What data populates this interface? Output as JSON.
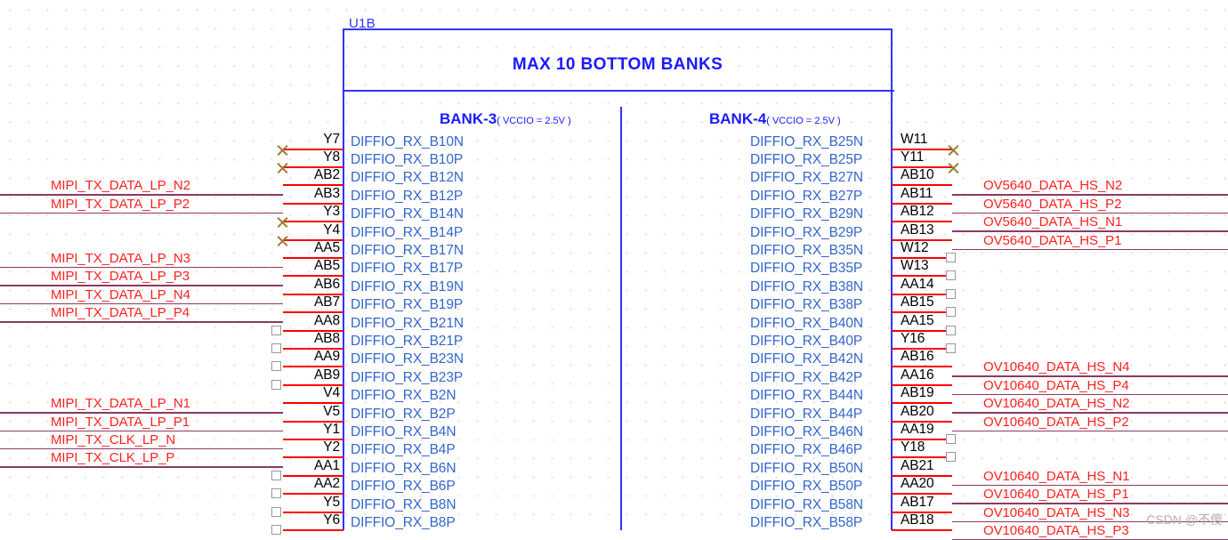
{
  "sheet": {
    "ref_des": "U1B",
    "symbol_title": "MAX 10 BOTTOM BANKS",
    "watermark": "CSDN @不傻"
  },
  "banks": {
    "bank3": {
      "name": "BANK-3",
      "vccio": "( VCCIO = 2.5V )"
    },
    "bank4": {
      "name": "BANK-4",
      "vccio": "( VCCIO = 2.5V )"
    }
  },
  "left_pins": [
    {
      "num": "Y7",
      "name": "DIFFIO_RX_B10N",
      "marker": "x",
      "net": ""
    },
    {
      "num": "Y8",
      "name": "DIFFIO_RX_B10P",
      "marker": "x",
      "net": ""
    },
    {
      "num": "AB2",
      "name": "DIFFIO_RX_B12N",
      "marker": "none",
      "net": "MIPI_TX_DATA_LP_N2"
    },
    {
      "num": "AB3",
      "name": "DIFFIO_RX_B12P",
      "marker": "none",
      "net": "MIPI_TX_DATA_LP_P2"
    },
    {
      "num": "Y3",
      "name": "DIFFIO_RX_B14N",
      "marker": "x",
      "net": ""
    },
    {
      "num": "Y4",
      "name": "DIFFIO_RX_B14P",
      "marker": "x",
      "net": ""
    },
    {
      "num": "AA5",
      "name": "DIFFIO_RX_B17N",
      "marker": "none",
      "net": "MIPI_TX_DATA_LP_N3"
    },
    {
      "num": "AB5",
      "name": "DIFFIO_RX_B17P",
      "marker": "none",
      "net": "MIPI_TX_DATA_LP_P3"
    },
    {
      "num": "AB6",
      "name": "DIFFIO_RX_B19N",
      "marker": "none",
      "net": "MIPI_TX_DATA_LP_N4"
    },
    {
      "num": "AB7",
      "name": "DIFFIO_RX_B19P",
      "marker": "none",
      "net": "MIPI_TX_DATA_LP_P4"
    },
    {
      "num": "AA8",
      "name": "DIFFIO_RX_B21N",
      "marker": "square",
      "net": ""
    },
    {
      "num": "AB8",
      "name": "DIFFIO_RX_B21P",
      "marker": "square",
      "net": ""
    },
    {
      "num": "AA9",
      "name": "DIFFIO_RX_B23N",
      "marker": "square",
      "net": ""
    },
    {
      "num": "AB9",
      "name": "DIFFIO_RX_B23P",
      "marker": "square",
      "net": ""
    },
    {
      "num": "V4",
      "name": "DIFFIO_RX_B2N",
      "marker": "none",
      "net": "MIPI_TX_DATA_LP_N1"
    },
    {
      "num": "V5",
      "name": "DIFFIO_RX_B2P",
      "marker": "none",
      "net": "MIPI_TX_DATA_LP_P1"
    },
    {
      "num": "Y1",
      "name": "DIFFIO_RX_B4N",
      "marker": "none",
      "net": "MIPI_TX_CLK_LP_N"
    },
    {
      "num": "Y2",
      "name": "DIFFIO_RX_B4P",
      "marker": "none",
      "net": "MIPI_TX_CLK_LP_P"
    },
    {
      "num": "AA1",
      "name": "DIFFIO_RX_B6N",
      "marker": "square",
      "net": ""
    },
    {
      "num": "AA2",
      "name": "DIFFIO_RX_B6P",
      "marker": "square",
      "net": ""
    },
    {
      "num": "Y5",
      "name": "DIFFIO_RX_B8N",
      "marker": "square",
      "net": ""
    },
    {
      "num": "Y6",
      "name": "DIFFIO_RX_B8P",
      "marker": "square",
      "net": ""
    }
  ],
  "right_pins": [
    {
      "num": "W11",
      "name": "DIFFIO_RX_B25N",
      "marker": "x",
      "net": ""
    },
    {
      "num": "Y11",
      "name": "DIFFIO_RX_B25P",
      "marker": "x",
      "net": ""
    },
    {
      "num": "AB10",
      "name": "DIFFIO_RX_B27N",
      "marker": "none",
      "net": "OV5640_DATA_HS_N2"
    },
    {
      "num": "AB11",
      "name": "DIFFIO_RX_B27P",
      "marker": "none",
      "net": "OV5640_DATA_HS_P2"
    },
    {
      "num": "AB12",
      "name": "DIFFIO_RX_B29N",
      "marker": "none",
      "net": "OV5640_DATA_HS_N1"
    },
    {
      "num": "AB13",
      "name": "DIFFIO_RX_B29P",
      "marker": "none",
      "net": "OV5640_DATA_HS_P1"
    },
    {
      "num": "W12",
      "name": "DIFFIO_RX_B35N",
      "marker": "square",
      "net": ""
    },
    {
      "num": "W13",
      "name": "DIFFIO_RX_B35P",
      "marker": "square",
      "net": ""
    },
    {
      "num": "AA14",
      "name": "DIFFIO_RX_B38N",
      "marker": "square",
      "net": ""
    },
    {
      "num": "AB15",
      "name": "DIFFIO_RX_B38P",
      "marker": "square",
      "net": ""
    },
    {
      "num": "AA15",
      "name": "DIFFIO_RX_B40N",
      "marker": "square",
      "net": ""
    },
    {
      "num": "Y16",
      "name": "DIFFIO_RX_B40P",
      "marker": "square",
      "net": ""
    },
    {
      "num": "AB16",
      "name": "DIFFIO_RX_B42N",
      "marker": "none",
      "net": "OV10640_DATA_HS_N4"
    },
    {
      "num": "AA16",
      "name": "DIFFIO_RX_B42P",
      "marker": "none",
      "net": "OV10640_DATA_HS_P4"
    },
    {
      "num": "AB19",
      "name": "DIFFIO_RX_B44N",
      "marker": "none",
      "net": "OV10640_DATA_HS_N2"
    },
    {
      "num": "AB20",
      "name": "DIFFIO_RX_B44P",
      "marker": "none",
      "net": "OV10640_DATA_HS_P2"
    },
    {
      "num": "AA19",
      "name": "DIFFIO_RX_B46N",
      "marker": "square",
      "net": ""
    },
    {
      "num": "Y18",
      "name": "DIFFIO_RX_B46P",
      "marker": "square",
      "net": ""
    },
    {
      "num": "AB21",
      "name": "DIFFIO_RX_B50N",
      "marker": "none",
      "net": "OV10640_DATA_HS_N1"
    },
    {
      "num": "AA20",
      "name": "DIFFIO_RX_B50P",
      "marker": "none",
      "net": "OV10640_DATA_HS_P1"
    },
    {
      "num": "AB17",
      "name": "DIFFIO_RX_B58N",
      "marker": "none",
      "net": "OV10640_DATA_HS_N3"
    },
    {
      "num": "AB18",
      "name": "DIFFIO_RX_B58P",
      "marker": "none",
      "net": "OV10640_DATA_HS_P3"
    }
  ],
  "colors": {
    "symbol_outline": "#3333ff",
    "pin_name": "#3366cc",
    "pin_number": "#000000",
    "pin_line": "#ff0000",
    "net_wire": "#8b3a62",
    "net_label": "#ff2020",
    "nc_marker": "#9a7b32",
    "grid_dot": "#d9d9d9"
  }
}
